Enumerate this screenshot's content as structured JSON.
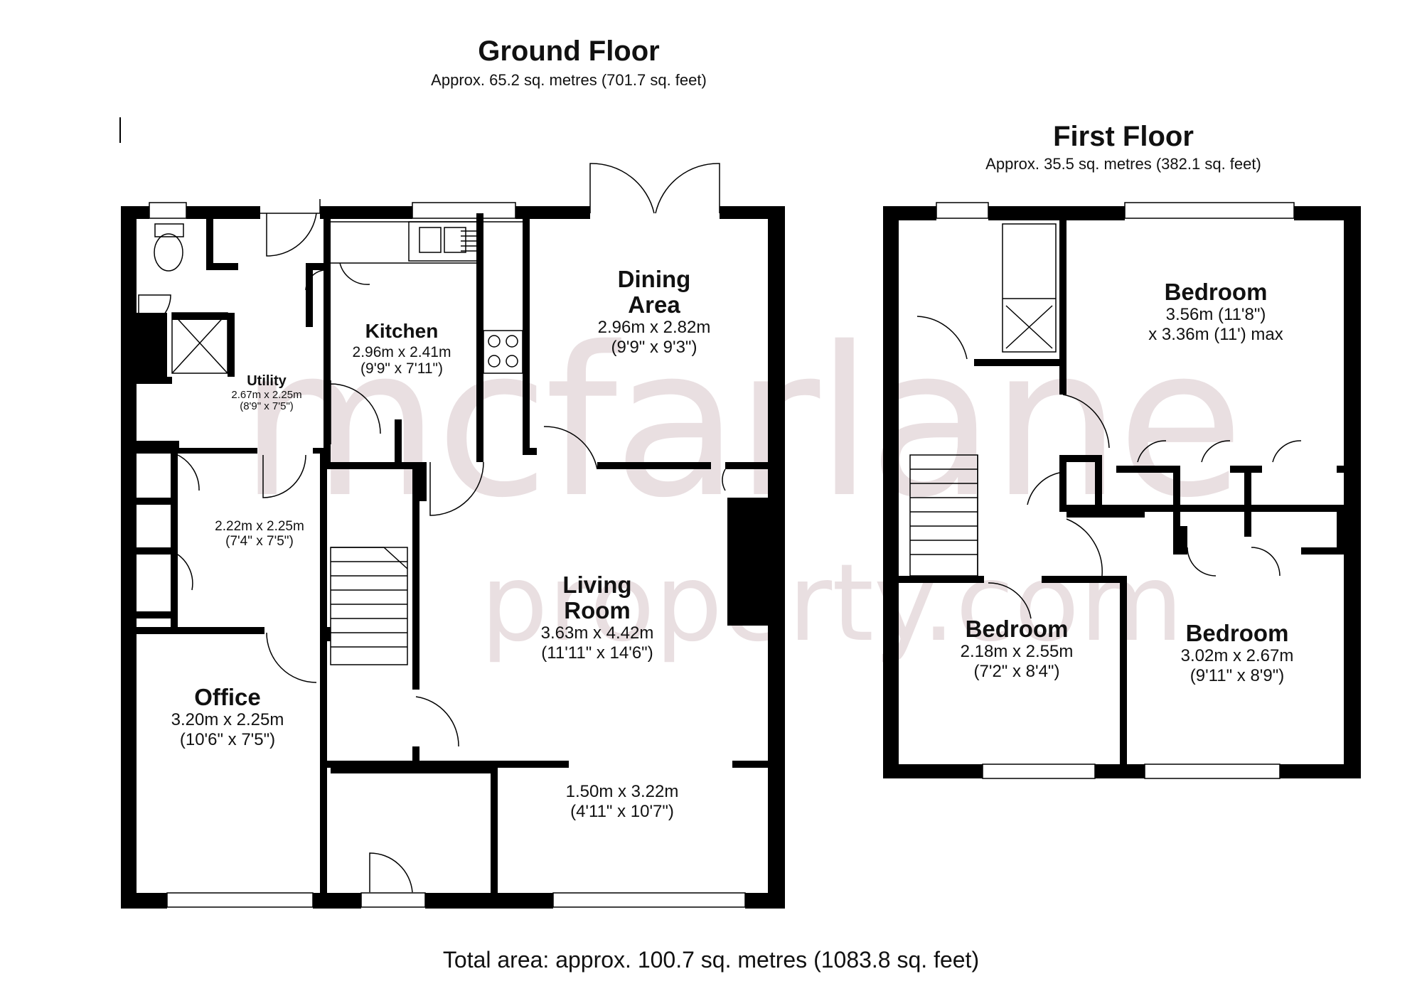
{
  "ground_floor": {
    "title": "Ground Floor",
    "area": "Approx. 65.2 sq. metres (701.7 sq. feet)",
    "rooms": {
      "kitchen": {
        "name": "Kitchen",
        "dim_m": "2.96m x 2.41m",
        "dim_ft": "(9'9\" x 7'11\")"
      },
      "dining": {
        "name1": "Dining",
        "name2": "Area",
        "dim_m": "2.96m x 2.82m",
        "dim_ft": "(9'9\" x 9'3\")"
      },
      "utility": {
        "name": "Utility",
        "dim_m": "2.67m x 2.25m",
        "dim_ft": "(8'9\" x 7'5\")"
      },
      "store": {
        "dim_m": "2.22m x 2.25m",
        "dim_ft": "(7'4\" x 7'5\")"
      },
      "living": {
        "name1": "Living",
        "name2": "Room",
        "dim_m": "3.63m x 4.42m",
        "dim_ft": "(11'11\" x 14'6\")"
      },
      "office": {
        "name": "Office",
        "dim_m": "3.20m x 2.25m",
        "dim_ft": "(10'6\" x 7'5\")"
      },
      "front": {
        "dim_m": "1.50m x 3.22m",
        "dim_ft": "(4'11\" x 10'7\")"
      }
    }
  },
  "first_floor": {
    "title": "First Floor",
    "area": "Approx. 35.5 sq. metres (382.1 sq. feet)",
    "rooms": {
      "bedroom_main": {
        "name": "Bedroom",
        "dim_1": "3.56m (11'8\")",
        "dim_2": "x 3.36m (11') max"
      },
      "bedroom_small": {
        "name": "Bedroom",
        "dim_m": "2.18m x 2.55m",
        "dim_ft": "(7'2\" x 8'4\")"
      },
      "bedroom_right": {
        "name": "Bedroom",
        "dim_m": "3.02m x 2.67m",
        "dim_ft": "(9'11\" x 8'9\")"
      }
    }
  },
  "total_area": "Total area: approx. 100.7 sq. metres (1083.8 sq. feet)",
  "watermark": {
    "line1": "mcfarlane",
    "line2": "property.com"
  },
  "colors": {
    "wall": "#000000",
    "watermark": "#e9dfe1",
    "text": "#111111"
  }
}
